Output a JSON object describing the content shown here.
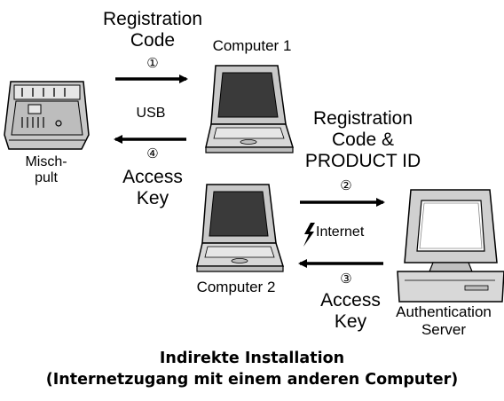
{
  "labels": {
    "registration_code_top": "Registration\nCode",
    "step1": "①",
    "usb": "USB",
    "step4": "④",
    "access_key_left": "Access\nKey",
    "mixer": "Misch-\npult",
    "computer1": "Computer 1",
    "computer2": "Computer 2",
    "registration_product": "Registration\nCode &\nPRODUCT ID",
    "step2": "②",
    "internet": "Internet",
    "step3": "③",
    "access_key_right": "Access\nKey",
    "server": "Authentication\nServer"
  },
  "caption": {
    "line1": "Indirekte Installation",
    "line2": "(Internetzugang mit einem anderen Computer)"
  },
  "colors": {
    "ink": "#000000",
    "device_fill": "#c8c8c8",
    "device_light": "#e6e6e6",
    "screen_dark": "#3a3a3a"
  },
  "icons": [
    "mixer-icon",
    "laptop-icon",
    "server-computer-icon",
    "lightning-icon",
    "arrow-right",
    "arrow-left"
  ]
}
